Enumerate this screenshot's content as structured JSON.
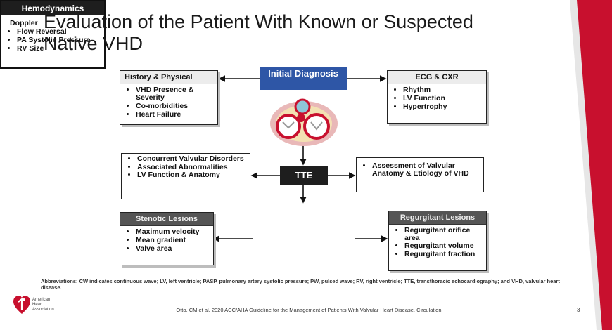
{
  "slide": {
    "title": "Evaluation of the Patient With Known or Suspected Native VHD",
    "slide_number": "3"
  },
  "diagram": {
    "initial_diagnosis": "Initial Diagnosis",
    "tte": "TTE",
    "history_physical": {
      "title": "History & Physical",
      "items": [
        "VHD Presence & Severity",
        "Co-morbidities",
        "Heart Failure"
      ]
    },
    "ecg_cxr": {
      "title": "ECG & CXR",
      "items": [
        "Rhythm",
        "LV Function",
        "Hypertrophy"
      ]
    },
    "tte_left": {
      "items": [
        "Concurrent Valvular Disorders",
        "Associated Abnormalities",
        "LV Function & Anatomy"
      ]
    },
    "tte_right": {
      "items": [
        "Assessment of Valvular Anatomy & Etiology of VHD"
      ]
    },
    "hemodynamics": {
      "title": "Hemodynamics",
      "items": [
        "Doppler",
        "Flow Reversal",
        "PA Systolic Pressure",
        "RV Size"
      ]
    },
    "stenotic": {
      "title": "Stenotic Lesions",
      "items": [
        "Maximum velocity",
        "Mean gradient",
        "Valve area"
      ]
    },
    "regurgitant": {
      "title": "Regurgitant Lesions",
      "items": [
        "Regurgitant orifice area",
        "Regurgitant volume",
        "Regurgitant fraction"
      ]
    }
  },
  "footer": {
    "abbreviations": "Abbreviations: CW indicates continuous wave; LV, left ventricle; PASP, pulmonary artery systolic pressure; PW, pulsed wave; RV, right ventricle; TTE, transthoracic echocardiography; and VHD, valvular heart disease.",
    "citation": "Otto, CM et al. 2020 ACC/AHA Guideline for the Management of Patients With Valvular Heart Disease. Circulation.",
    "logo_text": "American Heart Association",
    "brand_red": "#c8102e"
  }
}
